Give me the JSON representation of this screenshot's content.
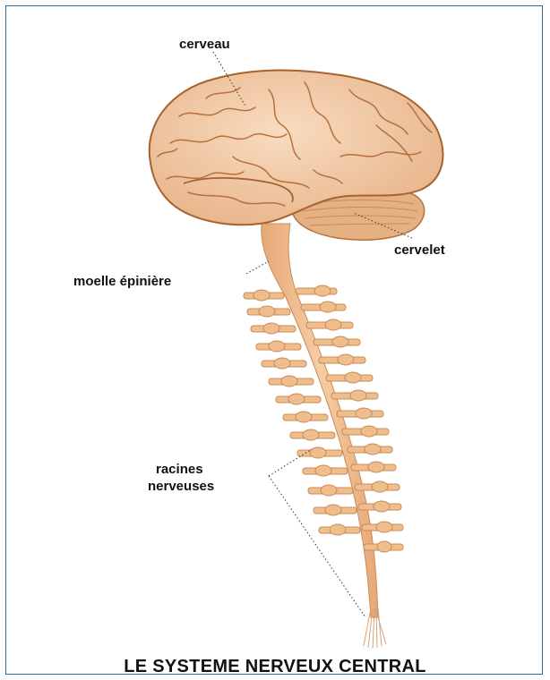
{
  "diagram": {
    "title": "LE SYSTEME NERVEUX CENTRAL",
    "labels": {
      "cerveau": "cerveau",
      "cervelet": "cervelet",
      "moelle": "moelle épinière",
      "racines_1": "racines",
      "racines_2": "nerveuses"
    },
    "colors": {
      "brain_fill": "#f2c8a3",
      "brain_stroke": "#b5703d",
      "cerebellum_fill": "#e3ad7b",
      "spine_fill": "#f0bd8c",
      "frame_border": "#2e6da4"
    }
  }
}
